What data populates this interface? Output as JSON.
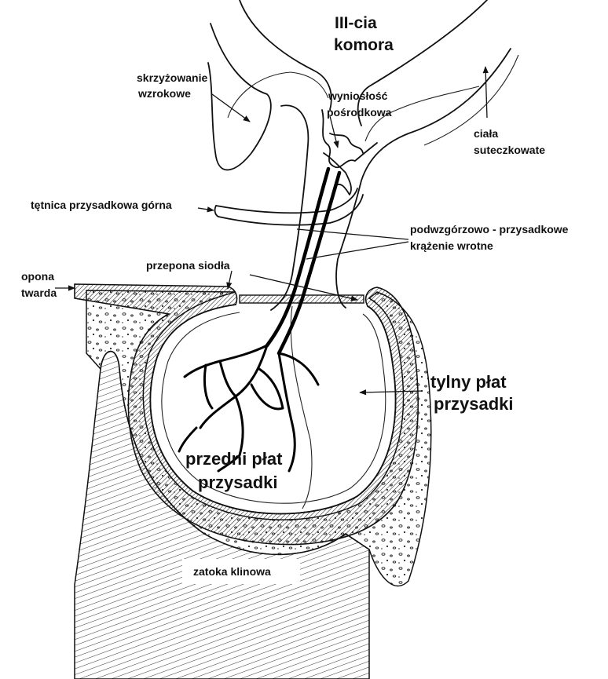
{
  "labels": {
    "third_ventricle_line1": "III-cia",
    "third_ventricle_line2": "komora",
    "optic_chiasm_line1": "skrzyżowanie",
    "optic_chiasm_line2": "wzrokowe",
    "median_eminence_line1": "wyniosłość",
    "median_eminence_line2": "pośrodkowa",
    "mammillary_line1": "ciała",
    "mammillary_line2": "suteczkowate",
    "superior_hypophyseal_artery": "tętnica przysadkowa górna",
    "portal_line1": "podwzgórzowo - przysadkowe",
    "portal_line2": "krążenie wrotne",
    "diaphragma_sellae": "przepona siodła",
    "dura_line1": "opona",
    "dura_line2": "twarda",
    "posterior_lobe_line1": "tylny płat",
    "posterior_lobe_line2": "przysadki",
    "anterior_lobe_line1": "przedni płat",
    "anterior_lobe_line2": "przysadki",
    "sphenoid_sinus": "zatoka klinowa"
  },
  "colors": {
    "ink": "#111111",
    "background": "#ffffff"
  }
}
